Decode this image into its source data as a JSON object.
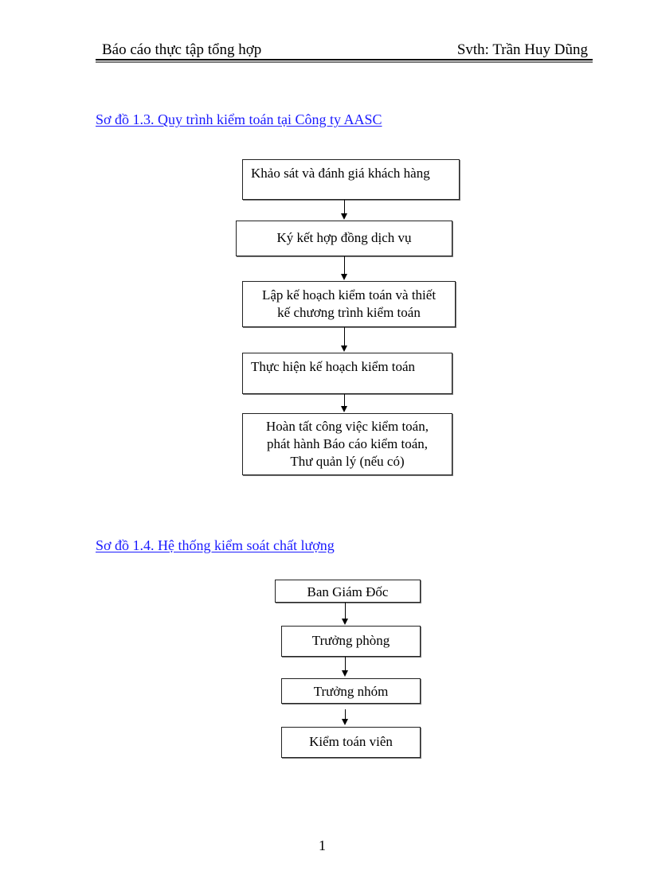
{
  "header": {
    "left": "Báo cáo thực tập tổng hợp",
    "right": "Svth: Trần Huy Dũng"
  },
  "diagram1": {
    "caption": "Sơ đồ 1.3. Quy trình kiểm toán tại Công ty AASC",
    "steps": [
      "Khảo sát và đánh giá khách hàng",
      "Ký kết hợp đồng dịch vụ",
      "Lập kế hoạch kiểm toán và thiết kế chương trình kiểm toán",
      "Thực hiện kế hoạch kiểm toán",
      "Hoàn tất công việc kiểm toán, phát hành Báo cáo kiểm toán, Thư quản lý (nếu có)"
    ],
    "lines": {
      "s3a": "Lập kế hoạch kiểm toán và thiết",
      "s3b": "kế chương trình kiểm toán",
      "s5a": "Hoàn tất công việc kiểm toán,",
      "s5b": "phát hành Báo cáo kiểm toán,",
      "s5c": "Thư quản lý (nếu có)"
    }
  },
  "diagram2": {
    "caption": "Sơ đồ 1.4. Hệ thống kiểm soát chất lượng",
    "steps": [
      "Ban Giám Đốc",
      "Trưởng phòng",
      "Trưởng nhóm",
      "Kiểm toán viên"
    ]
  },
  "footer": {
    "page_number": "1"
  }
}
